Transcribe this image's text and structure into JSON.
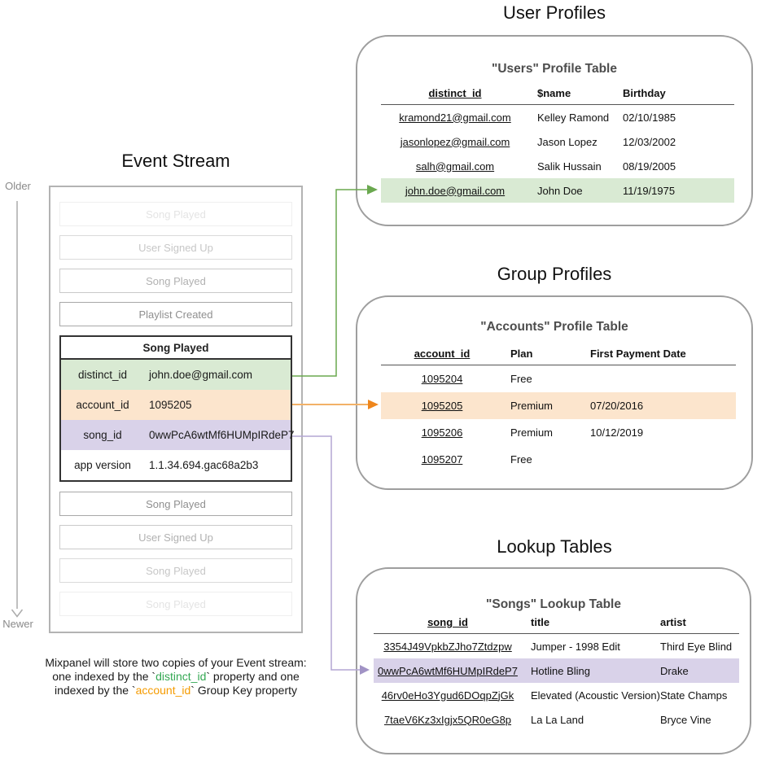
{
  "event_stream": {
    "title": "Event Stream",
    "older_label": "Older",
    "newer_label": "Newer",
    "events_above": [
      "Song Played",
      "User Signed Up",
      "Song Played",
      "Playlist Created"
    ],
    "focus_event": {
      "name": "Song Played",
      "properties": [
        {
          "key": "distinct_id",
          "value": "john.doe@gmail.com",
          "highlight": "green"
        },
        {
          "key": "account_id",
          "value": "1095205",
          "highlight": "orange"
        },
        {
          "key": "song_id",
          "value": "0wwPcA6wtMf6HUMpIRdeP7",
          "highlight": "purple"
        },
        {
          "key": "app version",
          "value": "1.1.34.694.gac68a2b3",
          "highlight": "none"
        }
      ]
    },
    "events_below": [
      "Song Played",
      "User Signed Up",
      "Song Played",
      "Song Played"
    ],
    "caption": {
      "line1": "Mixpanel will store two copies of your Event stream:",
      "line2_pre": "one indexed by the `",
      "distinct_token": "distinct_id",
      "line2_post": "` property and one",
      "line3_pre": "indexed by the `",
      "account_token": "account_id",
      "line3_post": "` Group Key property"
    }
  },
  "user_profiles": {
    "section_title": "User Profiles",
    "table_title": "\"Users\" Profile Table",
    "columns": [
      "distinct_id",
      "$name",
      "Birthday"
    ],
    "rows": [
      [
        "kramond21@gmail.com",
        "Kelley Ramond",
        "02/10/1985"
      ],
      [
        "jasonlopez@gmail.com",
        "Jason Lopez",
        "12/03/2002"
      ],
      [
        "salh@gmail.com",
        "Salik Hussain",
        "08/19/2005"
      ],
      [
        "john.doe@gmail.com",
        "John Doe",
        "11/19/1975"
      ]
    ],
    "highlighted_row_index": 3
  },
  "group_profiles": {
    "section_title": "Group Profiles",
    "table_title": "\"Accounts\" Profile Table",
    "columns": [
      "account_id",
      "Plan",
      "First Payment Date"
    ],
    "rows": [
      [
        "1095204",
        "Free",
        ""
      ],
      [
        "1095205",
        "Premium",
        "07/20/2016"
      ],
      [
        "1095206",
        "Premium",
        "10/12/2019"
      ],
      [
        "1095207",
        "Free",
        ""
      ]
    ],
    "highlighted_row_index": 1
  },
  "lookup_tables": {
    "section_title": "Lookup Tables",
    "table_title": "\"Songs\" Lookup Table",
    "columns": [
      "song_id",
      "title",
      "artist"
    ],
    "rows": [
      [
        "3354J49VpkbZJho7Ztdzpw",
        "Jumper - 1998 Edit",
        "Third Eye Blind"
      ],
      [
        "0wwPcA6wtMf6HUMpIRdeP7",
        "Hotline Bling",
        "Drake"
      ],
      [
        "46rv0eHo3Ygud6DOqpZjGk",
        "Elevated (Acoustic Version)",
        "State Champs"
      ],
      [
        "7taeV6Kz3xIgjx5QR0eG8p",
        "La La Land",
        "Bryce Vine"
      ]
    ],
    "highlighted_row_index": 1
  },
  "colors": {
    "green_highlight": "#d9ead3",
    "orange_highlight": "#fce5cd",
    "purple_highlight": "#d9d2e9",
    "green_arrow": "#6aa84f",
    "orange_arrow_line": "#f2b167",
    "orange_arrow_head": "#ef861c",
    "purple_arrow_line": "#b3a6d4",
    "purple_arrow_head": "#a193c5",
    "caption_green": "#34a853",
    "caption_orange": "#f59b00",
    "card_border": "#9e9e9e"
  }
}
